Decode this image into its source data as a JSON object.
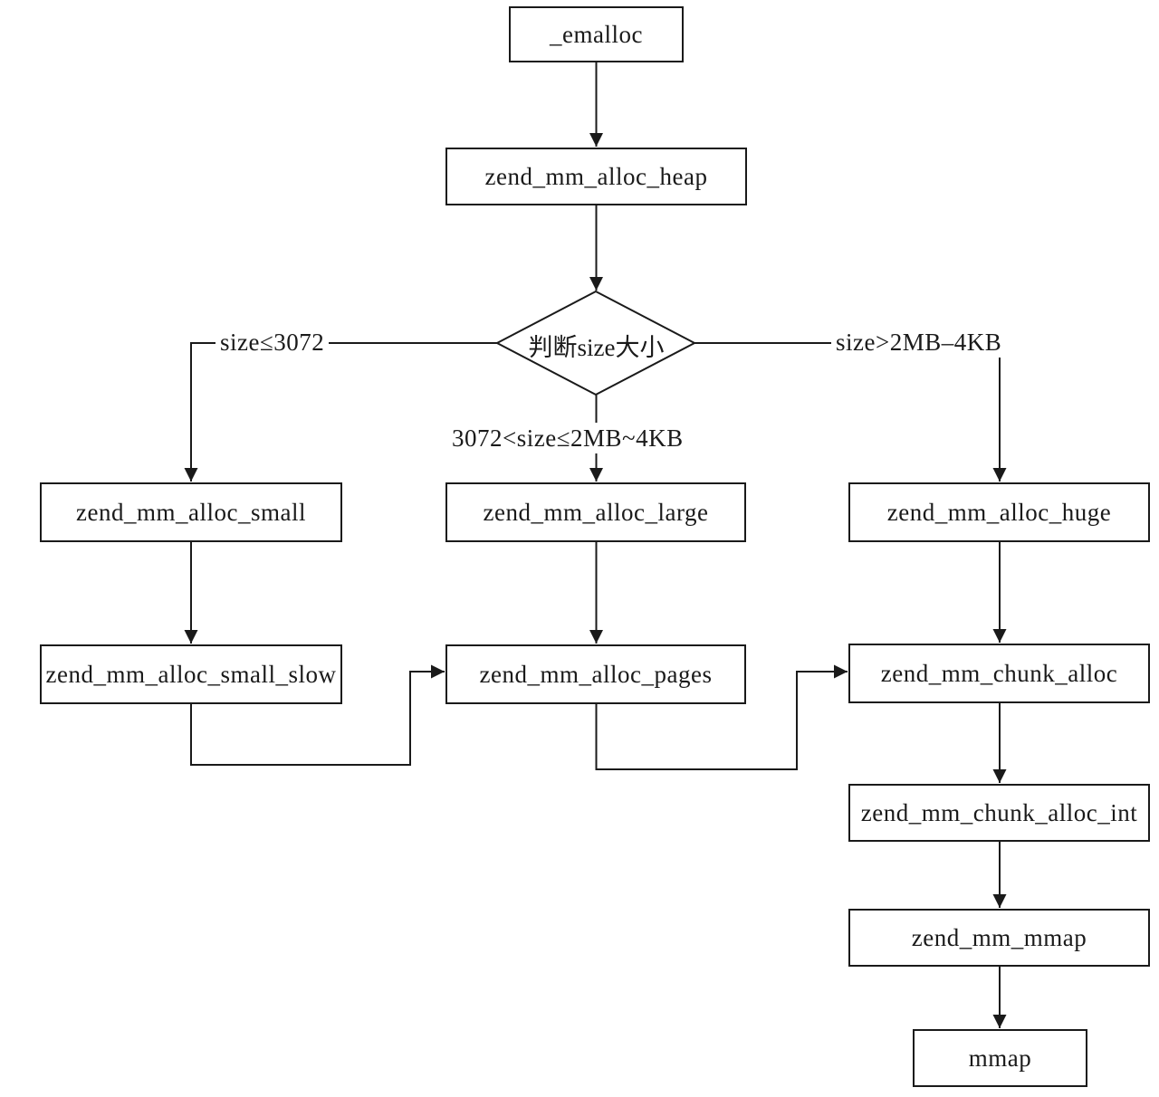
{
  "nodes": {
    "emalloc": "_emalloc",
    "alloc_heap": "zend_mm_alloc_heap",
    "size_decision": "判断size大小",
    "alloc_small": "zend_mm_alloc_small",
    "alloc_small_slow": "zend_mm_alloc_small_slow",
    "alloc_large": "zend_mm_alloc_large",
    "alloc_pages": "zend_mm_alloc_pages",
    "alloc_huge": "zend_mm_alloc_huge",
    "chunk_alloc": "zend_mm_chunk_alloc",
    "chunk_alloc_int": "zend_mm_chunk_alloc_int",
    "zend_mm_mmap": "zend_mm_mmap",
    "mmap": "mmap"
  },
  "edge_labels": {
    "small_branch": "size≤3072",
    "large_branch": "3072<size≤2MB~4KB",
    "huge_branch": "size>2MB–4KB"
  },
  "colors": {
    "line": "#1a1a1a",
    "box_fill": "#ffffff",
    "background": "#ffffff"
  }
}
